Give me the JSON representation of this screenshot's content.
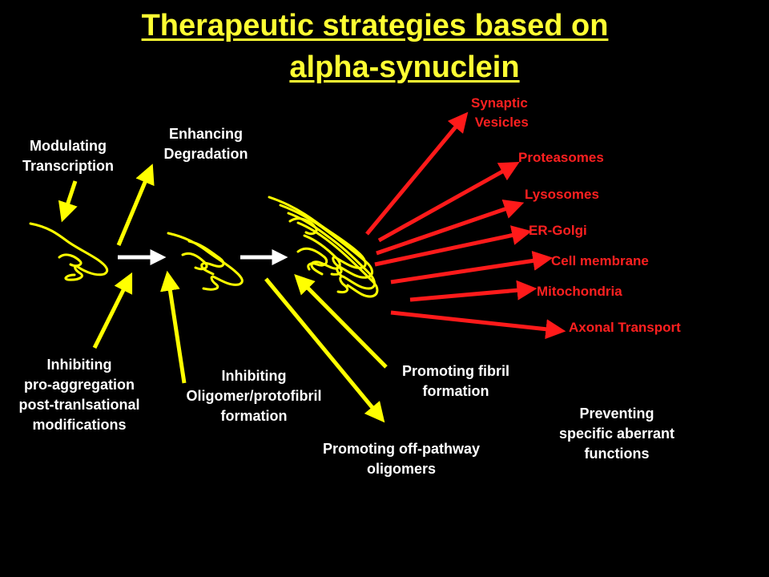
{
  "title": {
    "line1": "Therapeutic strategies based on ",
    "line2": "alpha-synuclein"
  },
  "strategies": {
    "modulating_transcription": "Modulating\nTranscription",
    "enhancing_degradation": "Enhancing\nDegradation",
    "inhibiting_ptm": "Inhibiting\npro-aggregation\npost-tranlsational\nmodifications",
    "inhibiting_oligomer": "Inhibiting\nOligomer/protofibril\nformation",
    "promoting_fibril": "Promoting fibril\nformation",
    "promoting_offpathway": "Promoting off-pathway\noligomers",
    "preventing_aberrant": "Preventing\nspecific aberrant\nfunctions"
  },
  "targets": {
    "synaptic_vesicles": "Synaptic\n Vesicles",
    "proteasomes": "Proteasomes",
    "lysosomes": "Lysosomes",
    "er_golgi": "ER-Golgi",
    "cell_membrane": "Cell membrane",
    "mitochondria": "Mitochondria",
    "axonal_transport": "Axonal Transport"
  },
  "colors": {
    "background": "#000000",
    "title": "#ffff33",
    "strategy_arrow": "#ffff00",
    "target_arrow": "#ff1a1a",
    "progression_arrow": "#ffffff",
    "protein_strand": "#ffff00"
  }
}
